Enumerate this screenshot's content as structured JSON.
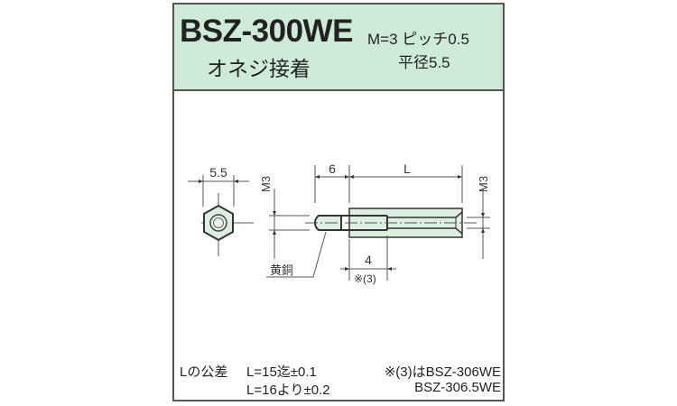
{
  "header": {
    "model": "BSZ-300WE",
    "subtitle": "オネジ接着",
    "spec_thread": "M=3 ピッチ0.5",
    "spec_width": "平径5.5"
  },
  "drawing": {
    "hex_width_label": "5.5",
    "thread_label_left": "M3",
    "thread_label_right": "M3",
    "male_length_label": "6",
    "body_length_label": "L",
    "thread_depth_label": "4",
    "thread_depth_note": "※(3)",
    "material_label": "黄銅",
    "colors": {
      "part_fill": "#dcefe0",
      "outline": "#333333",
      "dim_line": "#555555",
      "header_bg": "#cdebd6"
    }
  },
  "footer": {
    "tolerance_label": "Lの公差",
    "tolerance_1": "L=15迄±0.1",
    "tolerance_2": "L=16より±0.2",
    "note_1": "※(3)はBSZ-306WE",
    "note_2": "BSZ-306.5WE"
  }
}
